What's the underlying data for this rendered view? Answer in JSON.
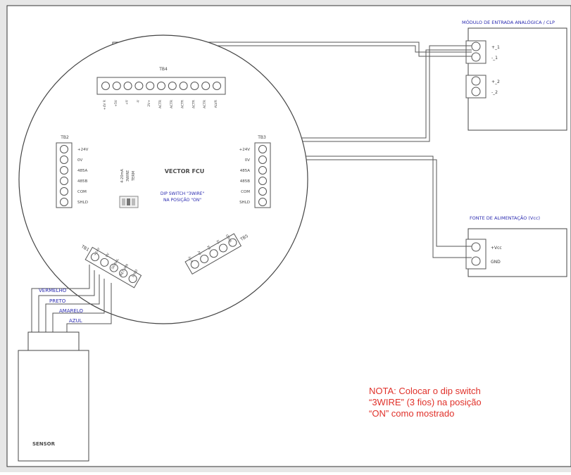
{
  "modules": {
    "analog_input": {
      "title": "MÓDULO DE ENTRADA ANALÓGICA / CLP",
      "pins": [
        "+_1",
        "-_1",
        "+_2",
        "-_2"
      ]
    },
    "power_supply": {
      "title": "FONTE DE ALIMENTAÇÃO (Vcc)",
      "pins": [
        "+Vcc",
        "GND"
      ]
    }
  },
  "fcu": {
    "title": "VECTOR FCU",
    "dip_label": [
      "DIP SWITCH \"3WIRE\"",
      "NA POSIÇÃO \"ON\""
    ],
    "dip_switch_names": [
      "4-20mA",
      "3WIRE",
      "TERM"
    ],
    "tb4": {
      "label": "TB4",
      "pins": [
        "+4V R",
        "+5V",
        "+V",
        "-V",
        "2V+",
        "ACTR",
        "ACTR",
        "ACTR",
        "ACTR",
        "ACTR",
        "ALVR"
      ]
    },
    "tb2": {
      "label": "TB2",
      "pins": [
        "+24V",
        "0V",
        "485A",
        "485B",
        "COM",
        "SHLD"
      ]
    },
    "tb3": {
      "label": "TB3",
      "pins": [
        "+24V",
        "0V",
        "485A",
        "485B",
        "COM",
        "SHLD"
      ]
    },
    "tb1": {
      "label": "TB1",
      "pins": [
        "+24V",
        "0V",
        "SIGNAL",
        "RETURN",
        "SHLD"
      ]
    },
    "tb5": {
      "label": "TB5",
      "pins": [
        "+5V",
        "0V",
        "RX",
        "TX",
        "SHLD"
      ]
    }
  },
  "wires": {
    "vermelho": "VERMELHO",
    "preto": "PRETO",
    "amarelo": "AMARELO",
    "azul": "AZUL"
  },
  "sensor": {
    "label": "SENSOR"
  },
  "note": {
    "lines": [
      "NOTA: Colocar o dip switch",
      "“3WIRE” (3 fios) na posição",
      "“ON” como mostrado"
    ]
  },
  "colors": {
    "line": "#555555",
    "wire_label": "#2b2bb0",
    "note": "#e0312a",
    "panel": "#ffffff",
    "frame": "#e7e7e7"
  }
}
